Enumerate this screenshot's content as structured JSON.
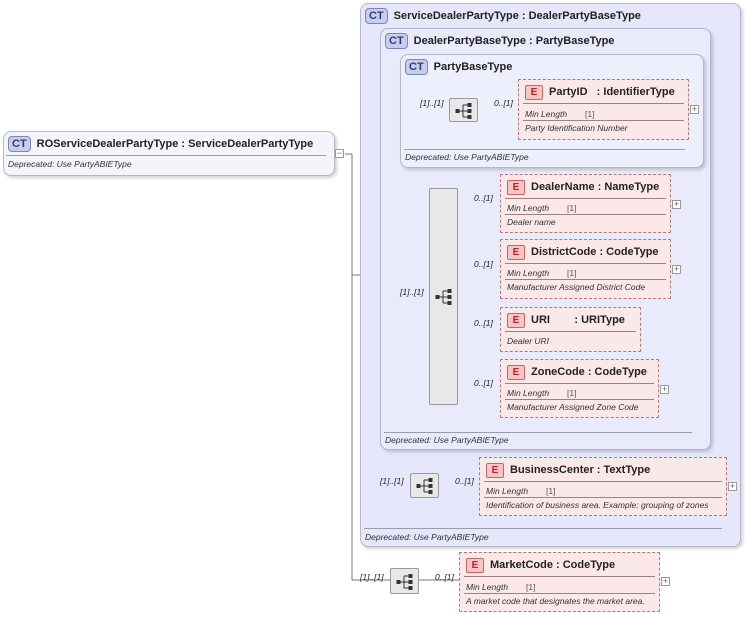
{
  "root": {
    "badge": "CT",
    "title": "ROServiceDealerPartyType : ServiceDealerPartyType",
    "deprecated": "Deprecated: Use PartyABIEType"
  },
  "outer": {
    "badge": "CT",
    "title": "ServiceDealerPartyType : DealerPartyBaseType",
    "deprecated": "Deprecated: Use PartyABIEType"
  },
  "middle": {
    "badge": "CT",
    "title": "DealerPartyBaseType : PartyBaseType",
    "deprecated": "Deprecated: Use PartyABIEType"
  },
  "inner": {
    "badge": "CT",
    "title": "PartyBaseType",
    "deprecated": "Deprecated: Use PartyABIEType"
  },
  "min_length_label": "Min Length",
  "element_badge": "E",
  "elements": {
    "party_id": {
      "name": "PartyID   : IdentifierType",
      "card": "0..[1]",
      "min": "[1]",
      "desc": "Party Identification Number"
    },
    "dealer_name": {
      "name": "DealerName : NameType",
      "card": "0..[1]",
      "min": "[1]",
      "desc": "Dealer name"
    },
    "district_code": {
      "name": "DistrictCode : CodeType",
      "card": "0..[1]",
      "min": "[1]",
      "desc": "Manufacturer Assigned District Code"
    },
    "uri": {
      "name": "URI        : URIType",
      "card": "0..[1]",
      "desc": "Dealer URI"
    },
    "zone_code": {
      "name": "ZoneCode : CodeType",
      "card": "0..[1]",
      "min": "[1]",
      "desc": "Manufacturer Assigned Zone Code"
    },
    "business_center": {
      "name": "BusinessCenter : TextType",
      "card": "0..[1]",
      "min": "[1]",
      "desc": "Identification of business area. Example: grouping of zones"
    },
    "market_code": {
      "name": "MarketCode : CodeType",
      "card": "0..[1]",
      "min": "[1]",
      "desc": "A market code that designates the market area."
    }
  },
  "sequences": {
    "inner_seq": "[1]..[1]",
    "middle_seq": "[1]..[1]",
    "outer_seq": "[1]..[1]",
    "root_seq": "[1]..[1]"
  }
}
